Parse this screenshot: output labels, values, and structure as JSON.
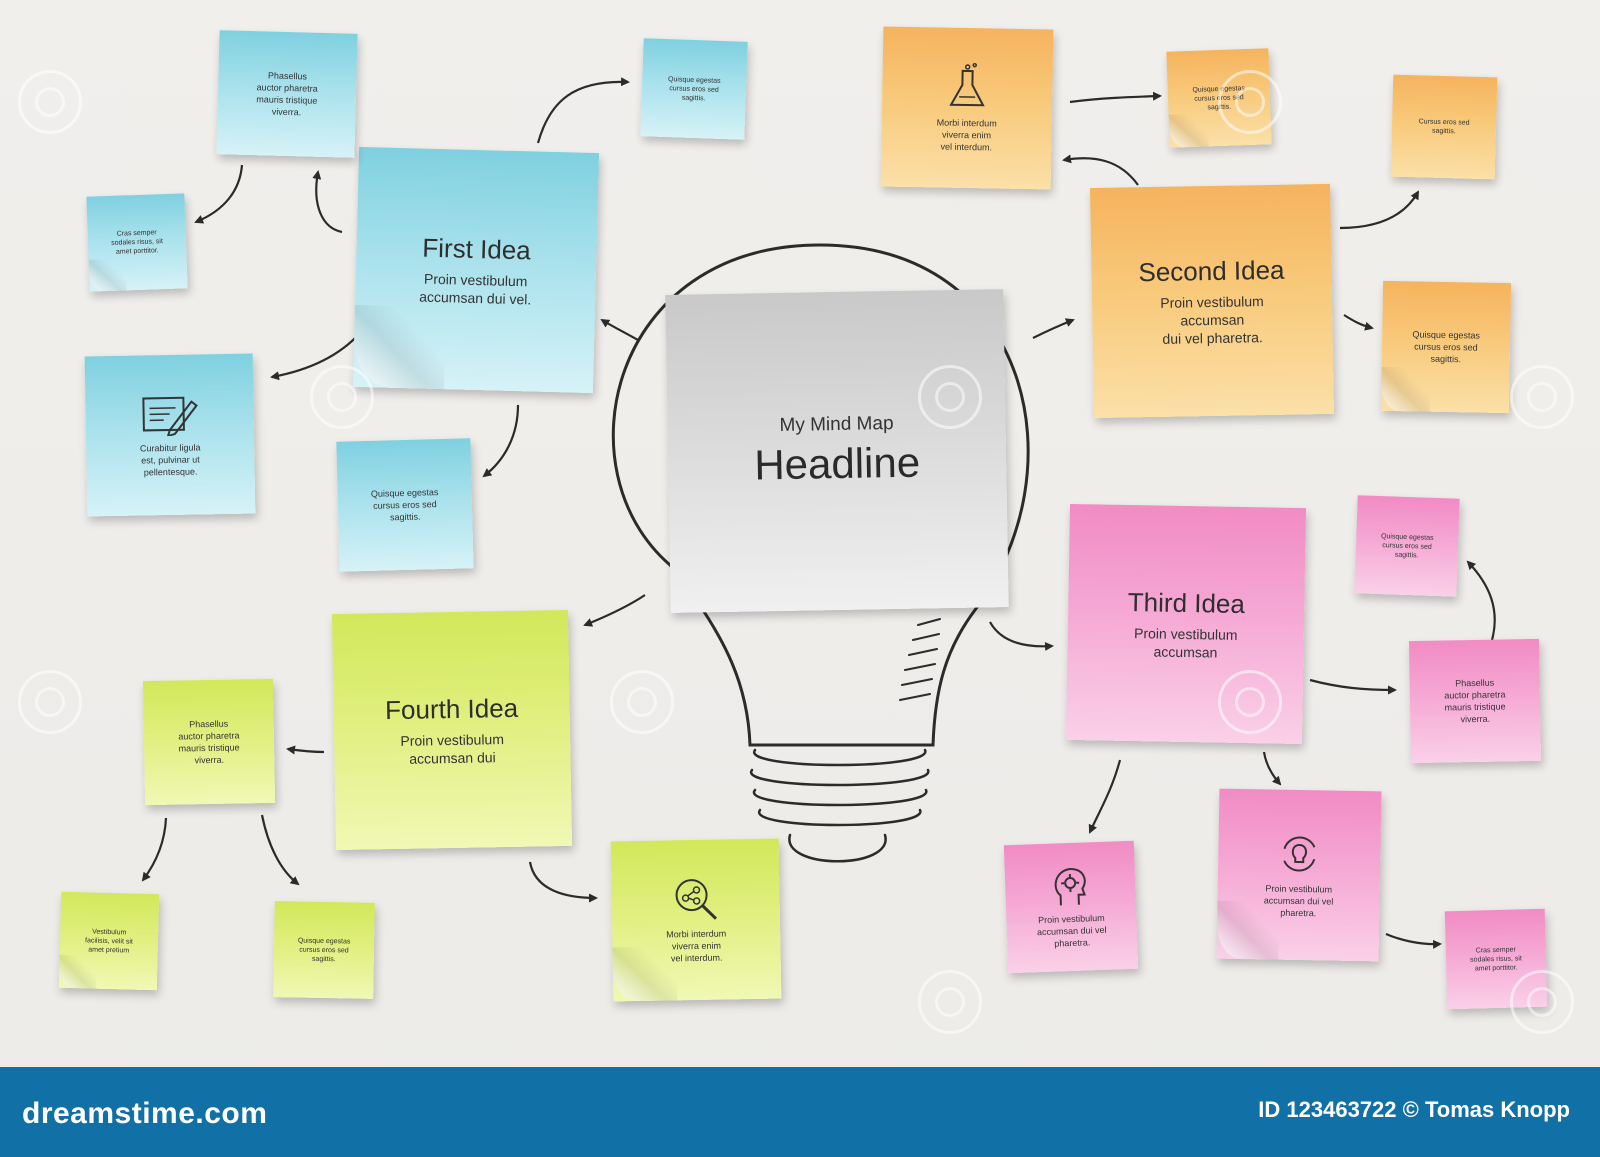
{
  "center": {
    "subtitle": "My Mind Map",
    "title": "Headline"
  },
  "ideas": {
    "first": {
      "title": "First Idea",
      "text": "Proin vestibulum\naccumsan dui vel."
    },
    "second": {
      "title": "Second Idea",
      "text": "Proin vestibulum\naccumsan\ndui vel pharetra."
    },
    "third": {
      "title": "Third Idea",
      "text": "Proin vestibulum\naccumsan"
    },
    "fourth": {
      "title": "Fourth Idea",
      "text": "Proin vestibulum\naccumsan dui"
    }
  },
  "notes": {
    "b1": "Phasellus\nauctor pharetra\nmauris tristique\nviverra.",
    "b2": "Quisque egestas\ncursus eros sed\nsagittis.",
    "b3": "Cras semper\nsodales risus, sit\namet porttitor.",
    "b4": "Curabitur ligula\nest, pulvinar ut\npellentesque.",
    "b5": "Quisque egestas\ncursus eros sed\nsagittis.",
    "o1": "Morbi interdum\nviverra enim\nvel interdum.",
    "o2": "Quisque egestas\ncursus eros sed\nsagittis.",
    "o3": "Cursus eros sed\nsagittis.",
    "o4": "Quisque egestas\ncursus eros sed\nsagittis.",
    "p1": "Quisque egestas\ncursus eros sed\nsagittis.",
    "p2": "Phasellus\nauctor pharetra\nmauris tristique\nviverra.",
    "p3": "Proin vestibulum\naccumsan dui vel\npharetra.",
    "p4": "Proin vestibulum\naccumsan dui vel\npharetra.",
    "p5": "Cras semper\nsodales risus, sit\namet porttitor.",
    "g1": "Phasellus\nauctor pharetra\nmauris tristique\nviverra.",
    "g2": "Vestibulum\nfacilisis, velit sit\namet pretium",
    "g3": "Quisque egestas\ncursus eros sed\nsagittis.",
    "g4": "Morbi interdum\nviverra enim\nvel interdum."
  },
  "icons": {
    "o1": "flask-icon",
    "b4": "notepad-pencil-icon",
    "g4": "magnifier-molecule-icon",
    "p3": "head-gear-icon",
    "p4": "bulb-cycle-icon"
  },
  "footer": {
    "brand": "dreamstime.com",
    "credit": "ID 123463722 © Tomas Knopp"
  },
  "colors": {
    "blue": "#a8e1ec",
    "orange": "#f8c97a",
    "pink": "#f5a8d4",
    "green": "#e0ef7e",
    "grey": "#dcdcdc",
    "footer": "#1170a6"
  }
}
